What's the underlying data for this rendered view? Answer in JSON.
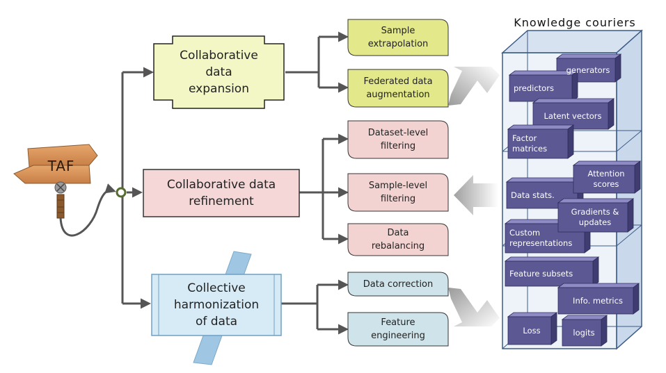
{
  "header": {
    "title": "Knowledge couriers"
  },
  "signpost": {
    "label": "TAF"
  },
  "main_nodes": {
    "expansion": "Collaborative\ndata\nexpansion",
    "refinement": "Collaborative data\nrefinement",
    "harmonization": "Collective\nharmonization\nof data"
  },
  "leaves": {
    "sample_extrapolation": "Sample\nextrapolation",
    "federated_augmentation": "Federated data\naugmentation",
    "dataset_filtering": "Dataset-level\nfiltering",
    "sample_filtering": "Sample-level\nfiltering",
    "data_rebalancing": "Data\nrebalancing",
    "data_correction": "Data correction",
    "feature_engineering": "Feature\nengineering"
  },
  "couriers": {
    "generators": "generators",
    "predictors": "predictors",
    "latent_vectors": "Latent vectors",
    "factor_matrices": "Factor\nmatrices",
    "attention_scores": "Attention\nscores",
    "data_stats": "Data stats.",
    "gradients_updates": "Gradients &\nupdates",
    "custom_representations": "Custom\nrepresentations",
    "feature_subsets": "Feature subsets",
    "info_metrics": "Info. metrics",
    "loss": "Loss",
    "logits": "logits"
  },
  "colors": {
    "expansion_fill": "#f3f7c6",
    "refinement_fill": "#f4d7d6",
    "harmonization_fill": "#d7ebf7",
    "leaf_expansion": "#e3e98a",
    "leaf_refinement": "#f3d3d2",
    "leaf_harmonization": "#cfe4ea",
    "cube_front": "#5b5893",
    "arrow": "#555555"
  }
}
